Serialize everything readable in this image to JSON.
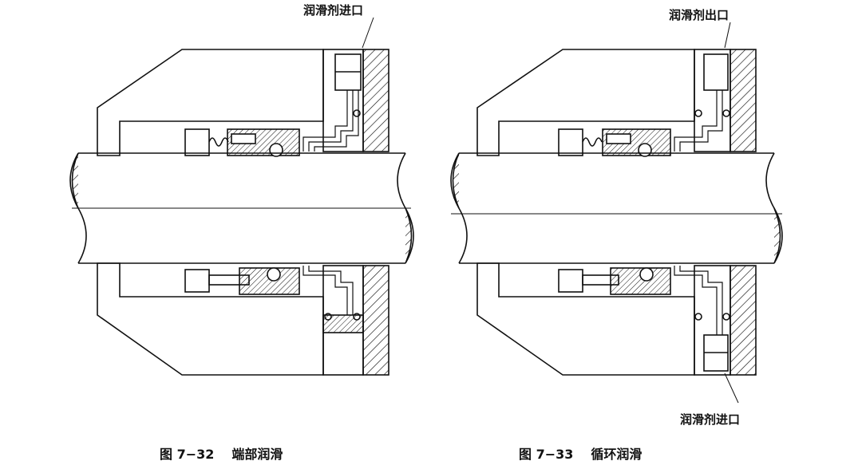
{
  "figures": [
    {
      "caption_number": "图 7−32",
      "caption_title": "端部润滑",
      "labels": {
        "top": "润滑剂进口"
      }
    },
    {
      "caption_number": "图 7−33",
      "caption_title": "循环润滑",
      "labels": {
        "top": "润滑剂出口",
        "bottom": "润滑剂进口"
      }
    }
  ],
  "colors": {
    "ink": "#111111",
    "paper": "#ffffff"
  }
}
